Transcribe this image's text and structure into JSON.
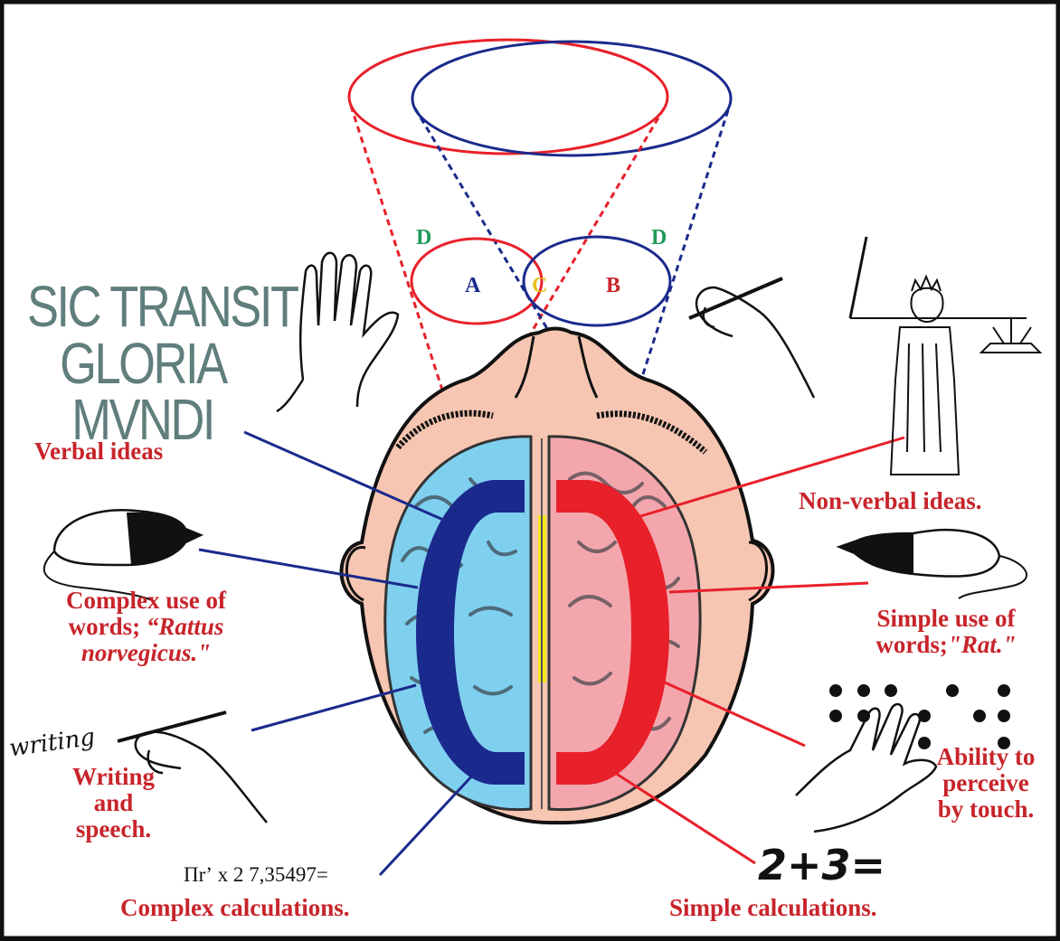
{
  "title": {
    "line1": "SIC TRANSIT",
    "line2": "GLORIA",
    "line3": "MVNDI"
  },
  "region_letters": {
    "d_left": "D",
    "d_right": "D",
    "a": "A",
    "b": "B",
    "c": "C"
  },
  "left_labels": {
    "verbal": "Verbal ideas",
    "complex_words_1": "Complex use of",
    "complex_words_2": "words; ",
    "complex_words_3": "“Rattus",
    "complex_words_4": "norvegicus.\"",
    "writing_1": "Writing",
    "writing_2": "and",
    "writing_3": "speech.",
    "complex_calc": "Complex calculations."
  },
  "right_labels": {
    "nonverbal": "Non-verbal ideas.",
    "simple_words_1": "Simple use of",
    "simple_words_2": "words;",
    "simple_words_3": "\"Rat.\"",
    "touch_1": "Ability to",
    "touch_2": "perceive",
    "touch_3": "by touch.",
    "simple_calc": "Simple calculations."
  },
  "formula": "Πrʼ x 2 7,35497=",
  "simple_sum": "2+3=",
  "handwriting": "writing",
  "colors": {
    "left_hemisphere": "#7fd0ef",
    "right_hemisphere": "#f3a7ad",
    "left_arc": "#1a2a8c",
    "right_arc": "#e8202a",
    "divider": "#f4e61c",
    "skin": "#f7c6b2",
    "label_red": "#c8242b",
    "title_gray": "#5f7e7c",
    "letter_green": "#1f9a5a"
  }
}
